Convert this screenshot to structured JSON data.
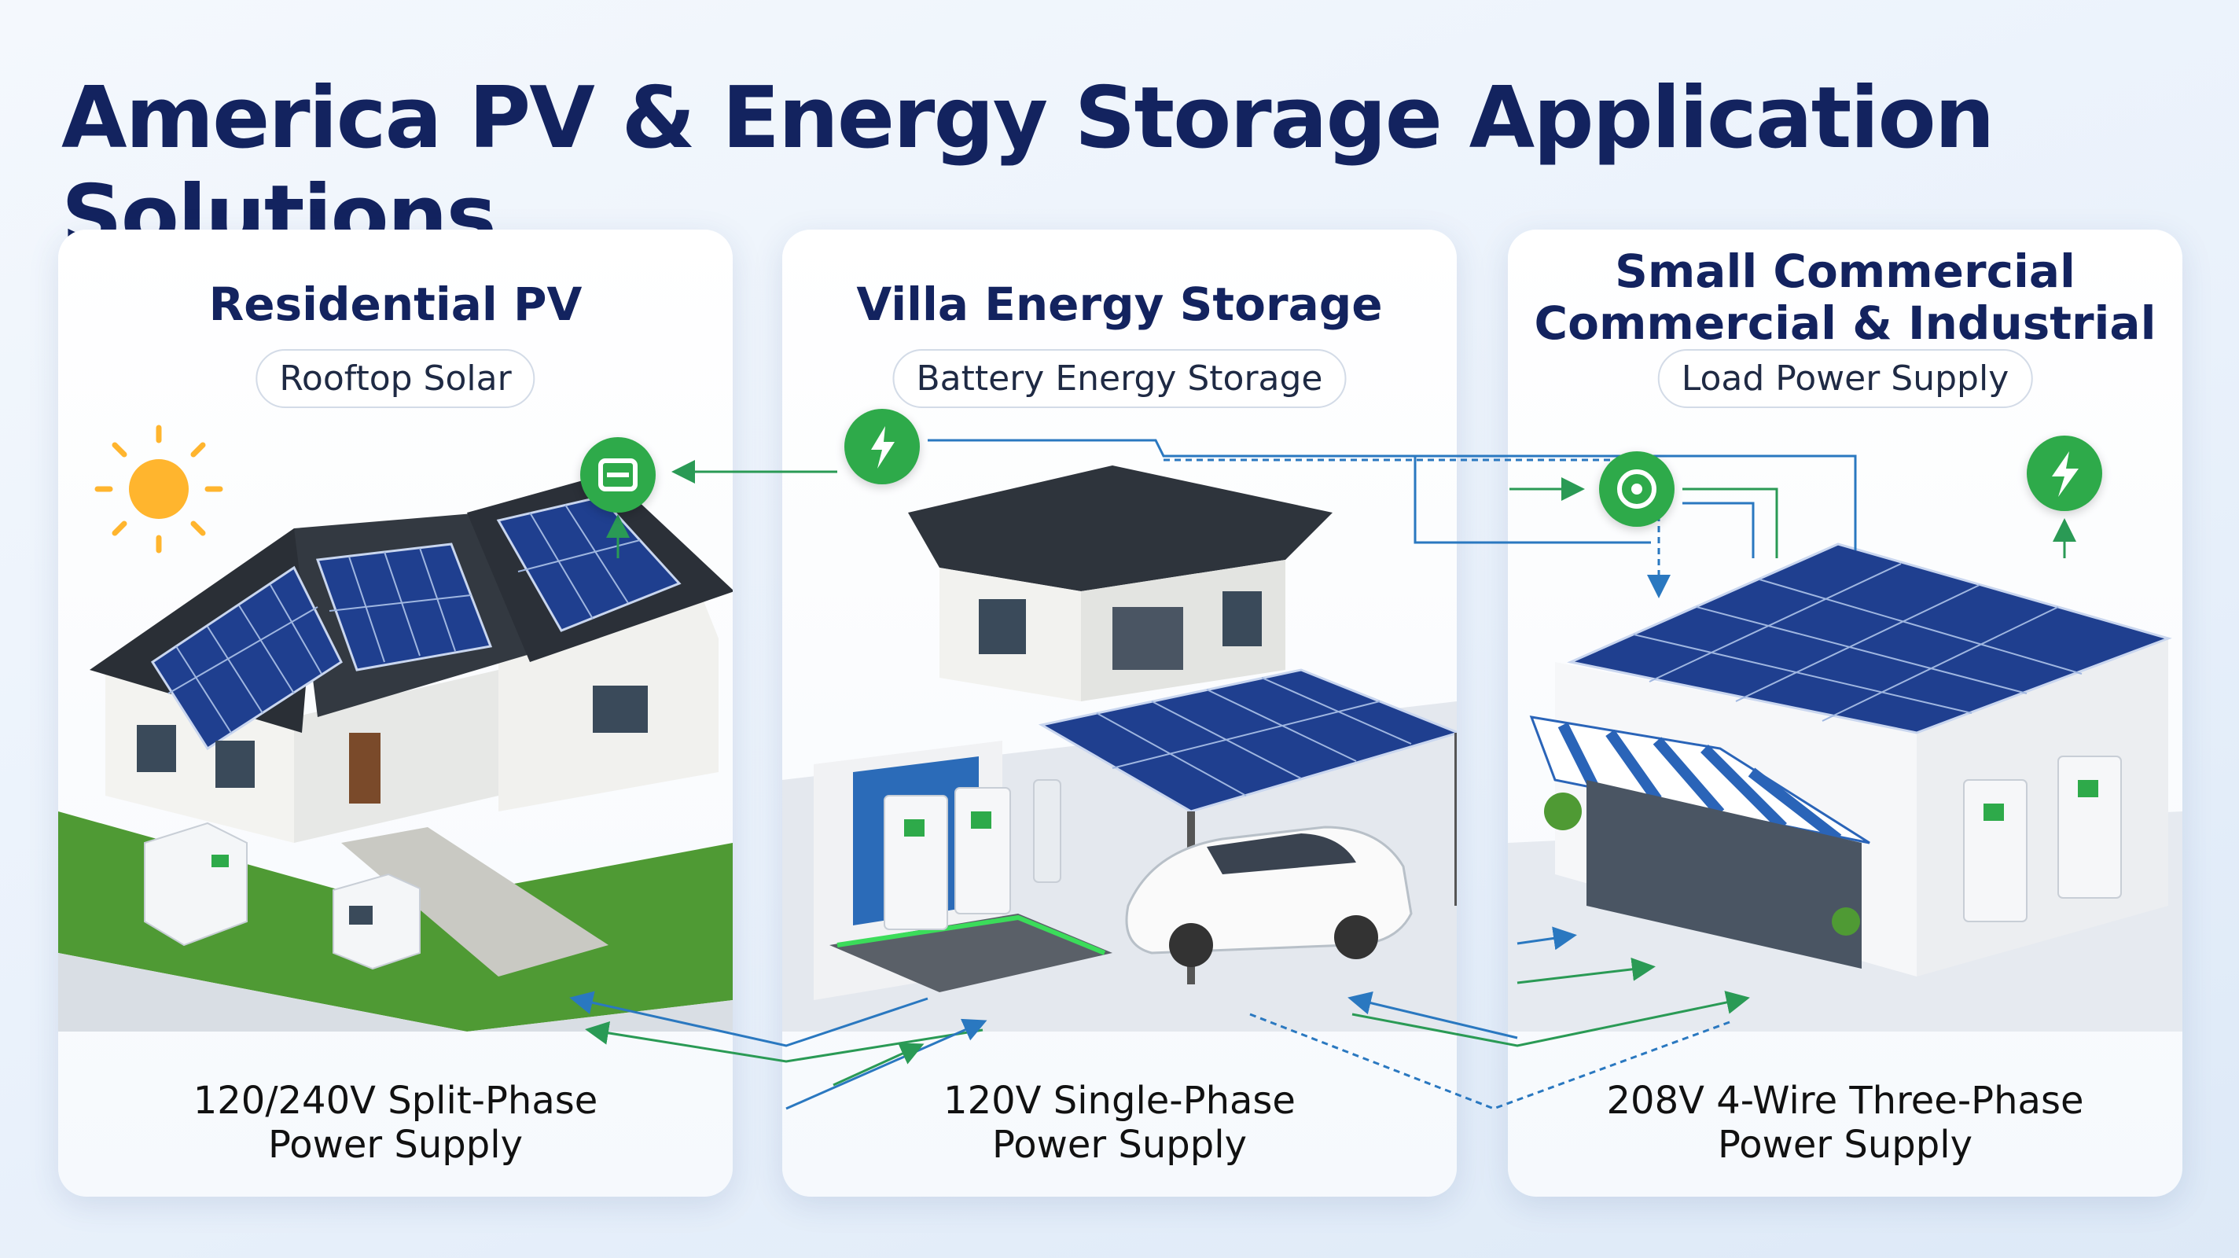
{
  "title": "America PV & Energy Storage Application Solutions",
  "cards": [
    {
      "title_lines": [
        "Residential PV"
      ],
      "subtitle": "Rooftop Solar",
      "caption_lines": [
        "120/240V Split-Phase",
        "Power Supply"
      ]
    },
    {
      "title_lines": [
        "Villa Energy Storage"
      ],
      "subtitle": "Battery Energy Storage",
      "caption_lines": [
        "120V Single-Phase",
        "Power Supply"
      ]
    },
    {
      "title_lines": [
        "Small Commercial",
        "Commercial & Industrial"
      ],
      "subtitle": "Load Power Supply",
      "caption_lines": [
        "208V 4-Wire Three-Phase",
        "Power Supply"
      ]
    }
  ],
  "icons": [
    "sun-icon",
    "inverter-icon",
    "plug-bolt-icon",
    "power-cycle-icon",
    "lightning-icon"
  ],
  "colors": {
    "title": "#13235f",
    "badge_green": "#2eaa4a",
    "flow_green": "#2a9a55",
    "flow_blue": "#2a78c0",
    "panel_blue": "#1f3f8f"
  }
}
